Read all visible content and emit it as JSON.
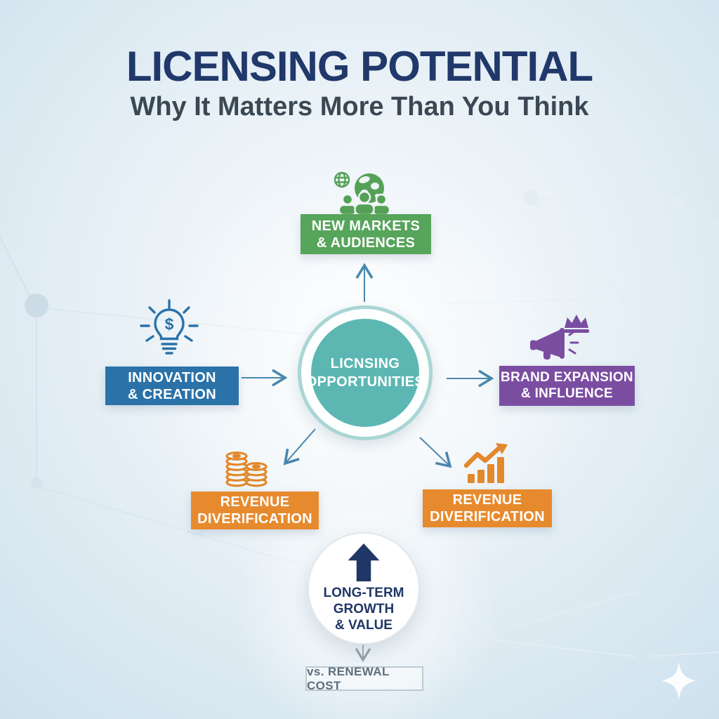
{
  "title": "LICENSING POTENTIAL",
  "subtitle": "Why It Matters More Than You Think",
  "center_node": {
    "line1": "LICNSING",
    "line2": "OPPORTUNITIES"
  },
  "branches": {
    "new_markets": {
      "line1": "NEW MARKETS",
      "line2": "& AUDIENCES",
      "color": "#57a45b",
      "icon": "people-globe-icon"
    },
    "innovation": {
      "line1": "INNOVATION",
      "line2": "& CREATION",
      "color": "#2a72a8",
      "icon": "lightbulb-dollar-icon"
    },
    "brand_expansion": {
      "line1": "BRAND EXPANSION",
      "line2": "& INFLUENCE",
      "color": "#7b4da1",
      "icon": "megaphone-crown-icon"
    },
    "revenue_left": {
      "line1": "REVENUE",
      "line2": "DIVERIFICATION",
      "color": "#e78a2e",
      "icon": "coin-stack-icon"
    },
    "revenue_right": {
      "line1": "REVENUE",
      "line2": "DIVERIFICATION",
      "color": "#e78a2e",
      "icon": "growth-chart-icon"
    }
  },
  "outcome_node": {
    "line1": "LONG-TERM",
    "line2": "GROWTH",
    "line3": "& VALUE",
    "icon": "up-arrow-icon"
  },
  "comparison": {
    "label": "vs. RENEWAL COST"
  },
  "palette": {
    "title_navy": "#21386b",
    "subtitle_gray": "#3b4854",
    "hub_teal": "#5cb7b3",
    "green": "#57a45b",
    "blue": "#2a72a8",
    "purple": "#7b4da1",
    "orange": "#e78a2e",
    "connector_blue": "#4a87ad",
    "outcome_navy": "#1f3766"
  }
}
